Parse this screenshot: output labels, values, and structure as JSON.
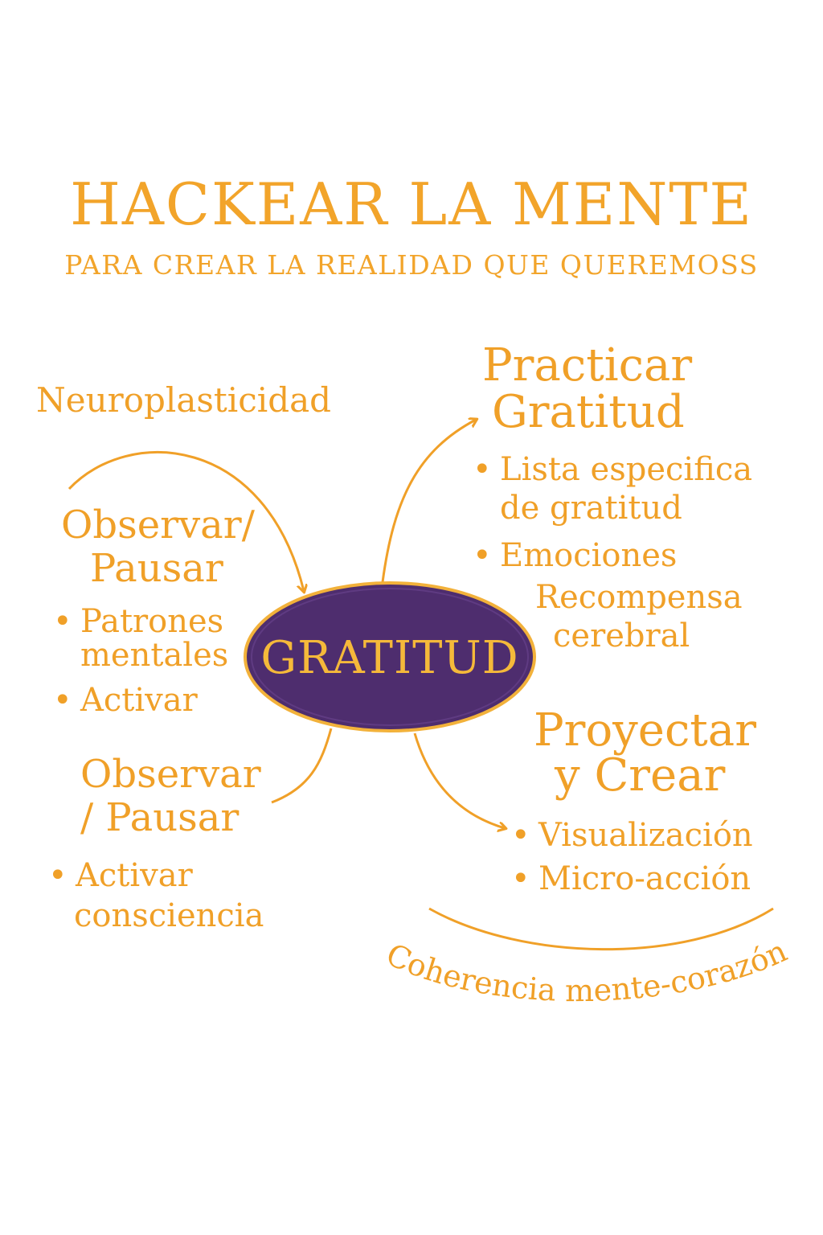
{
  "title": "HACKEAR LA MENTE",
  "subtitle": "PARA CREAR LA REALIDAD QUE QUEREMOSS",
  "center": {
    "label": "GRATITUD"
  },
  "neuro": "Neuroplasticidad",
  "left_top": {
    "heading_line1": "Observar/",
    "heading_line2": "Pausar",
    "bullets": [
      "Patrones",
      "Activar"
    ],
    "bullet1_cont": "mentales"
  },
  "left_bottom": {
    "heading_line1": "Observar",
    "heading_line2": "/ Pausar",
    "bullet": "Activar",
    "bullet_cont": "consciencia"
  },
  "right_top": {
    "heading_line1": "Practicar",
    "heading_line2": "Gratitud",
    "bullet1": "Lista especifica",
    "bullet1_cont": "de gratitud",
    "bullet2": "Emociones",
    "sub1": "Recompensa",
    "sub2": "cerebral"
  },
  "right_bottom": {
    "heading_line1": "Proyectar",
    "heading_line2": "y Crear",
    "bullets": [
      "Visualización",
      "Micro-acción"
    ]
  },
  "footer": "Coherencia mente-corazón",
  "colors": {
    "accent": "#f0a028",
    "ellipse_fill": "#4e2d6e",
    "ellipse_border": "#f2b13a"
  }
}
